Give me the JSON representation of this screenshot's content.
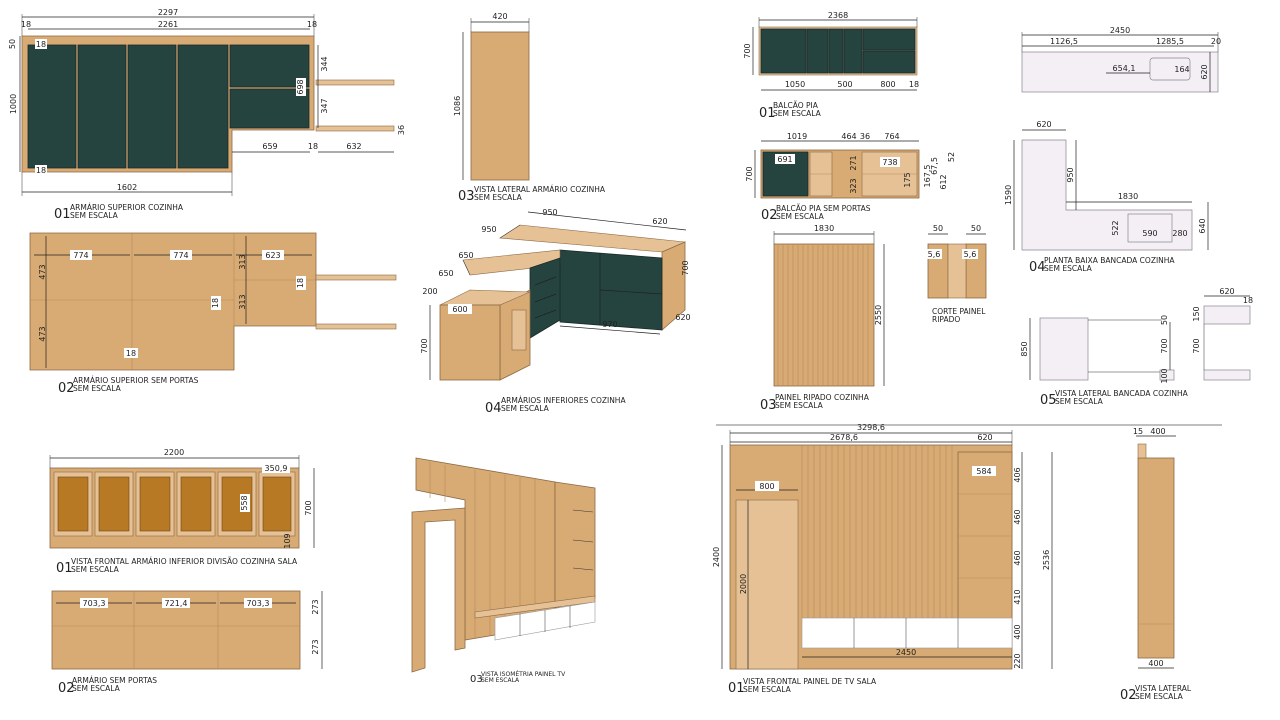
{
  "sheet": {
    "a": {
      "overall_width": "2297",
      "inner_width": "2261",
      "edge_left": "18",
      "edge_right": "18",
      "top_offset": "50",
      "height": "1000",
      "bottom_width": "1602",
      "step_width": "659",
      "upper_h": "344",
      "lower_h": "347",
      "door_h": "698",
      "shelf_d": "632",
      "gap": "18",
      "shelf_t": "36",
      "cap_num": "01",
      "cap_l1": "ARMÁRIO SUPERIOR COZINHA",
      "cap_l2": "SEM ESCALA"
    },
    "b": {
      "w1": "774",
      "w2": "774",
      "w3": "623",
      "h1": "313",
      "h2": "313",
      "h3": "473",
      "h4": "473",
      "t1": "18",
      "t2": "18",
      "t3": "18",
      "cap_num": "02",
      "cap_l1": "ARMÁRIO SUPERIOR SEM PORTAS",
      "cap_l2": "SEM ESCALA"
    },
    "c": {
      "width": "420",
      "height": "1086",
      "cap_num": "03",
      "cap_l1": "VISTA LATERAL ARMÁRIO COZINHA",
      "cap_l2": "SEM ESCALA"
    },
    "d": {
      "w950a": "950",
      "w950b": "950",
      "w620": "620",
      "w650a": "650",
      "w650b": "650",
      "w200": "200",
      "w600": "600",
      "w970": "970",
      "h700a": "700",
      "h700b": "700",
      "d620": "620",
      "cap_num": "04",
      "cap_l1": "ARMÁRIOS INFERIORES COZINHA",
      "cap_l2": "SEM ESCALA"
    },
    "e": {
      "width": "2200",
      "sub_width": "350,9",
      "height": "700",
      "door_h": "558",
      "base": "109",
      "cap_num": "01",
      "cap_l1": "VISTA FRONTAL ARMÁRIO INFERIOR DIVISÃO COZINHA SALA",
      "cap_l2": "SEM ESCALA"
    },
    "f": {
      "w1": "703,3",
      "w2": "721,4",
      "w3": "703,3",
      "h1": "273",
      "h2": "273",
      "cap_num": "02",
      "cap_l1": "ARMÁRIO SEM PORTAS",
      "cap_l2": "SEM ESCALA"
    },
    "g": {
      "cap_num": "03",
      "cap_l1": "VISTA ISOMÉTRIA PAINEL TV",
      "cap_l2": "SEM ESCALA"
    },
    "h": {
      "width": "2368",
      "height": "700",
      "w1": "1050",
      "w2": "500",
      "w3": "800",
      "w4": "18",
      "cap_num": "01",
      "cap_l1": "BALCÃO PIA",
      "cap_l2": "SEM ESCALA"
    },
    "i": {
      "w1": "1019",
      "w2": "464",
      "w3": "36",
      "w4": "764",
      "height": "700",
      "d1": "691",
      "d2": "271",
      "d3": "323",
      "d4": "738",
      "d5": "175",
      "s1": "167,5",
      "s2": "67,5",
      "s3": "612",
      "s4": "52",
      "cap_num": "02",
      "cap_l1": "BALCÃO PIA SEM PORTAS",
      "cap_l2": "SEM ESCALA"
    },
    "j": {
      "width": "1830",
      "height": "2550",
      "cap_num": "03",
      "cap_l1": "PAINEL RIPADO COZINHA",
      "cap_l2": "SEM ESCALA"
    },
    "k": {
      "w1": "50",
      "w2": "50",
      "g1": "5,6",
      "g2": "5,6",
      "cap_l1": "CORTE PAINEL",
      "cap_l2": "RIPADO"
    },
    "l": {
      "width": "2450",
      "w1": "1126,5",
      "w2": "1285,5",
      "w3": "20",
      "sink": "654,1",
      "sink_h": "164",
      "depth": "620"
    },
    "m": {
      "w620": "620",
      "h950": "950",
      "h1590": "1590",
      "w1830": "1830",
      "d522": "522",
      "w590": "590",
      "w280": "280",
      "d640": "640",
      "cap_num": "04",
      "cap_l1": "PLANTA BAIXA BANCADA COZINHA",
      "cap_l2": "SEM ESCALA"
    },
    "n": {
      "h850": "850",
      "h700": "700",
      "h100": "100",
      "h50": "50",
      "h150": "150",
      "h700b": "700",
      "w620": "620",
      "t18": "18",
      "cap_num": "05",
      "cap_l1": "VISTA LATERAL BANCADA COZINHA",
      "cap_l2": "SEM ESCALA"
    },
    "o": {
      "width": "3298,6",
      "w1": "2678,6",
      "w2": "620",
      "door_w": "800",
      "door_h": "2000",
      "height": "2400",
      "niche_w": "584",
      "base_w": "2450",
      "r1": "406",
      "r2": "460",
      "r3": "460",
      "r4": "410",
      "r5": "400",
      "r6": "220",
      "total_h": "2536",
      "cap_num": "01",
      "cap_l1": "VISTA FRONTAL PAINEL DE TV SALA",
      "cap_l2": "SEM ESCALA"
    },
    "p": {
      "t15": "15",
      "w400": "400",
      "w400b": "400",
      "cap_num": "02",
      "cap_l1": "VISTA LATERAL",
      "cap_l2": "SEM ESCALA"
    }
  }
}
